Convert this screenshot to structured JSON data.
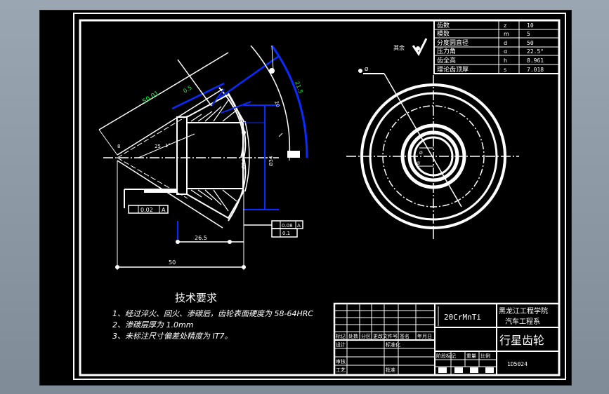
{
  "colors": {
    "frame": "#ffffff",
    "background": "#000000",
    "dim_blue": "#0a2bff",
    "dim_green": "#00ff3a",
    "viewer": "#8e9aa6"
  },
  "params": {
    "rows": [
      {
        "name": "齿数",
        "sym": "z",
        "val": "10"
      },
      {
        "name": "模数",
        "sym": "m",
        "val": "5"
      },
      {
        "name": "分度圆直径",
        "sym": "d",
        "val": "50"
      },
      {
        "name": "压力角",
        "sym": "α",
        "val": "22.5°"
      },
      {
        "name": "齿全高",
        "sym": "h",
        "val": "8.961"
      },
      {
        "name": "理论齿顶厚",
        "sym": "s",
        "val": "7.018"
      }
    ]
  },
  "roughness": {
    "label": "其余"
  },
  "dims": {
    "d1": "50.01",
    "d2": "0.5",
    "d3": "0.02",
    "d4": "0.08",
    "d5": "0.1",
    "d6": "25",
    "d7": "1°",
    "d8": "Ø24",
    "d9": "Ø34",
    "d10": "26.5",
    "d11": "50",
    "d12": "21.5",
    "d13": "20",
    "d14": "8"
  },
  "tolerance": {
    "flatness": "0.02",
    "datum": "A",
    "runout": "0.08",
    "datum2": "A",
    "para": "0.1"
  },
  "tech": {
    "title": "技术要求",
    "items": [
      "1、经过淬火、回火、渗碳后，齿轮表面硬度为 58-64HRC",
      "2、渗碳层厚为 1.0mm",
      "3、未标注尺寸偏差处精度为 IT7。"
    ]
  },
  "titleblock": {
    "material": "20CrMnTi",
    "school": "黑龙江工程学院",
    "dept": "汽车工程系",
    "part": "行星齿轮",
    "code": "1D5024",
    "labels": [
      "标记",
      "处数",
      "分区",
      "更改文件号",
      "签名",
      "年月日",
      "设计",
      "审核",
      "工艺",
      "标准化",
      "批准",
      "阶段标记",
      "重量",
      "比例"
    ]
  }
}
